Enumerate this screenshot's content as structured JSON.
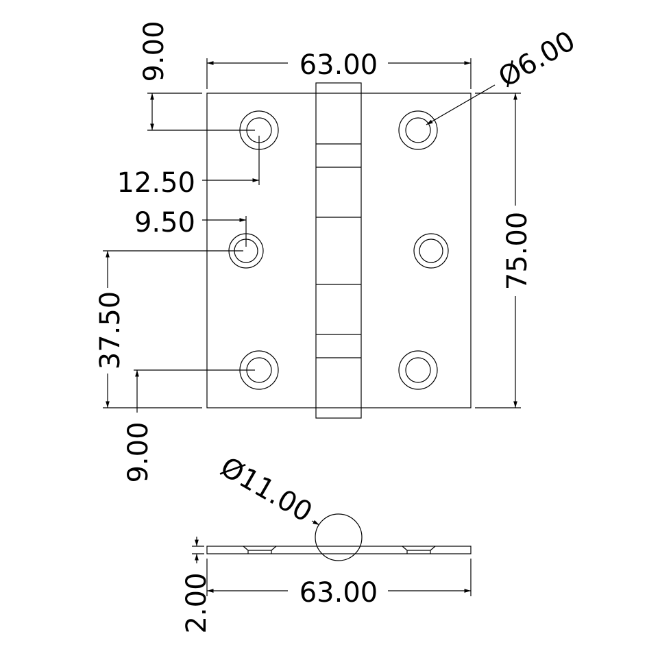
{
  "dimensions": {
    "top_width": "63.00",
    "top_hole_offset": "9.00",
    "hole_x_outer": "12.50",
    "hole_x_middle": "9.50",
    "middle_hole_height": "37.50",
    "bottom_hole_offset": "9.00",
    "height": "75.00",
    "hole_diameter": "Ø6.00",
    "knuckle_diameter": "Ø11.00",
    "thickness": "2.00",
    "bottom_width": "63.00"
  },
  "colors": {
    "line": "#000000",
    "background": "#ffffff"
  }
}
